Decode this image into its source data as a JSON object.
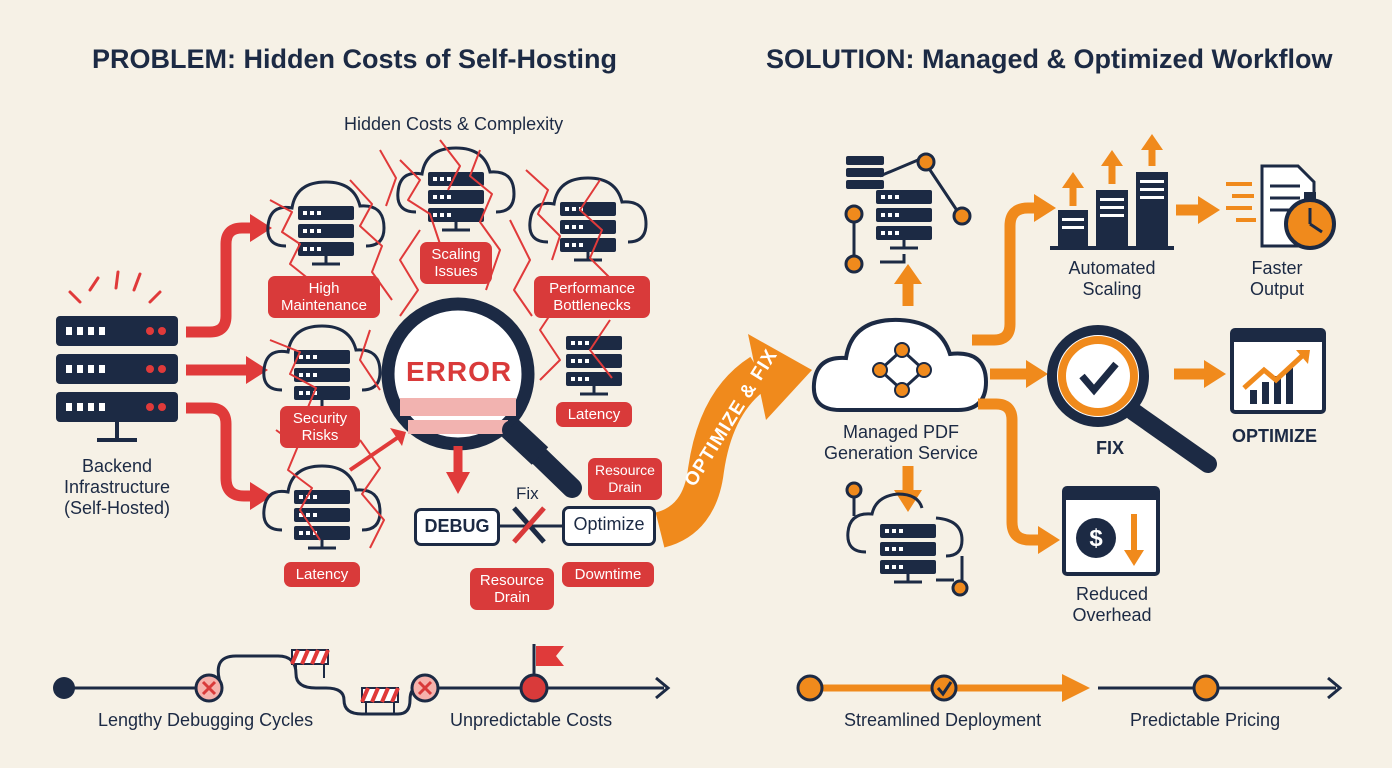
{
  "problem": {
    "title": "PROBLEM: Hidden Costs of Self-Hosting",
    "subtitle": "Hidden Costs & Complexity",
    "backend_label": "Backend\nInfrastructure\n(Self-Hosted)",
    "tags": {
      "high_maintenance": "High\nMaintenance",
      "scaling_issues": "Scaling\nIssues",
      "performance": "Performance\nBottlenecks",
      "security": "Security\nRisks",
      "latency_right": "Latency",
      "latency_bottom": "Latency",
      "resource_drain_top": "Resource\nDrain",
      "resource_drain_bottom": "Resource\nDrain",
      "downtime": "Downtime"
    },
    "error_label": "ERROR",
    "fix_label": "Fix",
    "debug_button": "DEBUG",
    "optimize_button": "Optimize",
    "timeline": {
      "left_label": "Lengthy Debugging Cycles",
      "right_label": "Unpredictable Costs"
    },
    "colors": {
      "accent": "#d93a3a",
      "navy": "#1c2a44"
    }
  },
  "transition": {
    "label": "OPTIMIZE & FIX"
  },
  "solution": {
    "title": "SOLUTION: Managed & Optimized Workflow",
    "service_label": "Managed PDF\nGeneration Service",
    "automated_scaling": "Automated\nScaling",
    "faster_output": "Faster\nOutput",
    "fix_label": "FIX",
    "optimize_label": "OPTIMIZE",
    "reduced_overhead": "Reduced\nOverhead",
    "timeline": {
      "left_label": "Streamlined Deployment",
      "right_label": "Predictable Pricing"
    },
    "colors": {
      "accent": "#f08a1c",
      "navy": "#1c2a44"
    }
  }
}
